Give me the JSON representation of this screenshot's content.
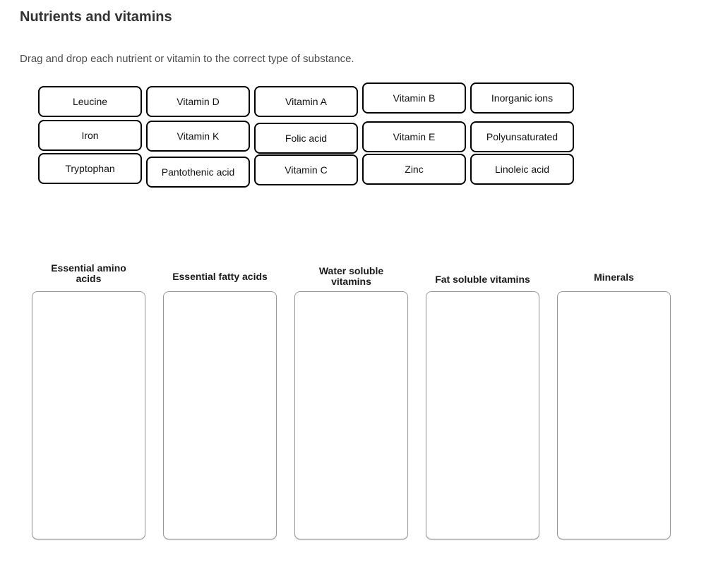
{
  "page": {
    "title": "Nutrients and vitamins",
    "instruction": "Drag and drop each nutrient or vitamin to the correct type of substance."
  },
  "chips": {
    "rows": [
      [
        "Leucine",
        "Vitamin D",
        "Vitamin A",
        "Vitamin B",
        "Inorganic ions"
      ],
      [
        "Iron",
        "Vitamin K",
        "Folic acid",
        "Vitamin E",
        "Polyunsaturated"
      ],
      [
        "Tryptophan",
        "Pantothenic acid",
        "Vitamin C",
        "Zinc",
        "Linoleic acid"
      ]
    ]
  },
  "drop_zones": [
    {
      "label": "Essential amino acids"
    },
    {
      "label": "Essential fatty acids"
    },
    {
      "label": "Water soluble vitamins"
    },
    {
      "label": "Fat soluble vitamins"
    },
    {
      "label": "Minerals"
    }
  ],
  "colors": {
    "chip_border": "#000000",
    "chip_background": "#ffffff",
    "zone_border": "#999999",
    "title_text": "#333333",
    "instruction_text": "#4d4d4d"
  }
}
